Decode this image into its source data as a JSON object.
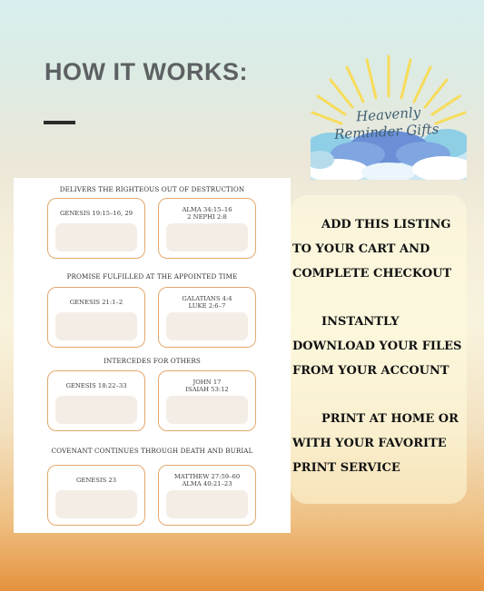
{
  "heading": "HOW IT WORKS:",
  "logo": {
    "line1": "Heavenly",
    "line2": "Reminder Gifts",
    "colors": {
      "sun": "#f7dc5b",
      "cloud_light": "#c9e6f2",
      "cloud_mid": "#8ecfe6",
      "cloud_dark": "#6a8fd6"
    }
  },
  "sheet": {
    "sections": [
      {
        "title": "DELIVERS THE RIGHTEOUS OUT OF DESTRUCTION",
        "cards": [
          {
            "ref": "GENESIS 19:15–16, 29"
          },
          {
            "ref": "ALMA 34:15–16\n2 NEPHI 2:8"
          }
        ]
      },
      {
        "title": "PROMISE FULFILLED AT THE APPOINTED TIME",
        "cards": [
          {
            "ref": "GENESIS 21:1–2"
          },
          {
            "ref": "GALATIANS 4:4\nLUKE 2:6–7"
          }
        ]
      },
      {
        "title": "INTERCEDES FOR OTHERS",
        "cards": [
          {
            "ref": "GENESIS 18:22–33"
          },
          {
            "ref": "JOHN 17\nISAIAH 53:12"
          }
        ]
      },
      {
        "title": "COVENANT CONTINUES THROUGH DEATH AND BURIAL",
        "cards": [
          {
            "ref": "GENESIS 23"
          },
          {
            "ref": "MATTHEW 27:59–60\nALMA 40:21–23"
          }
        ]
      }
    ]
  },
  "steps": [
    {
      "first": "ADD THIS LISTING",
      "rest": "TO YOUR CART AND\nCOMPLETE CHECKOUT"
    },
    {
      "first": "INSTANTLY",
      "rest": "DOWNLOAD YOUR FILES\nFROM YOUR ACCOUNT"
    },
    {
      "first": "PRINT AT HOME OR",
      "rest": "WITH YOUR FAVORITE\nPRINT SERVICE"
    }
  ]
}
